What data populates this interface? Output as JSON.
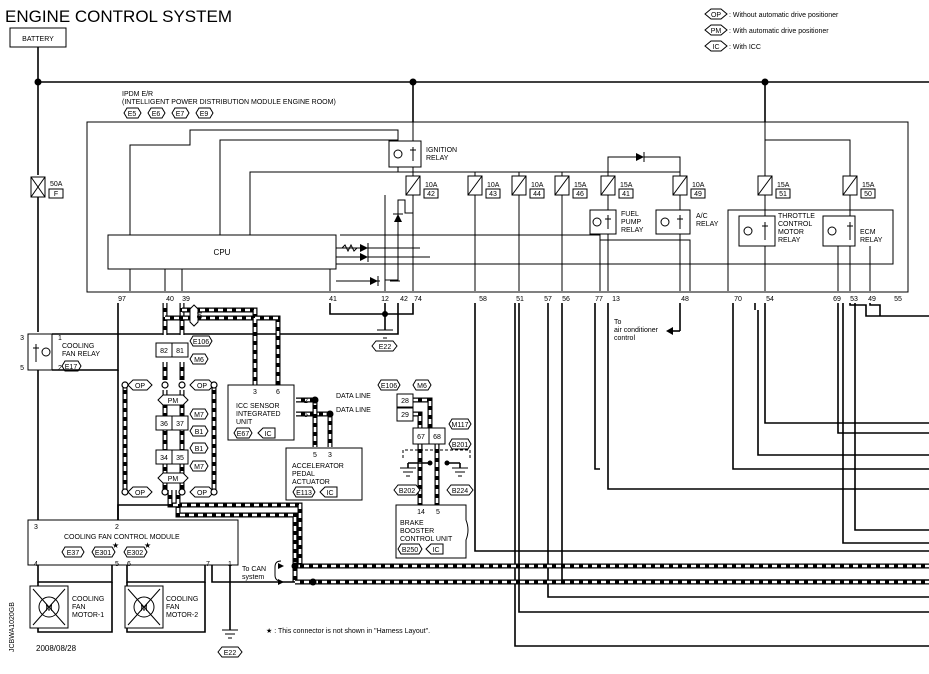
{
  "title": "ENGINE CONTROL SYSTEM",
  "battery": "BATTERY",
  "legend": [
    {
      "code": "OP",
      "text": ": Without automatic drive positioner"
    },
    {
      "code": "PM",
      "text": ": With automatic drive positioner"
    },
    {
      "code": "IC",
      "text": ": With ICC"
    }
  ],
  "ipdm": {
    "line1": "IPDM E/R",
    "line2": "(INTELLIGENT POWER DISTRIBUTION MODULE ENGINE ROOM)",
    "connectors": [
      "E5",
      "E6",
      "E7",
      "E9"
    ]
  },
  "cpu": "CPU",
  "fuse_50a": {
    "amp": "50A",
    "id": "F"
  },
  "fuses": [
    {
      "amp": "10A",
      "num": "42"
    },
    {
      "amp": "10A",
      "num": "43"
    },
    {
      "amp": "10A",
      "num": "44"
    },
    {
      "amp": "15A",
      "num": "46"
    },
    {
      "amp": "15A",
      "num": "41"
    },
    {
      "amp": "10A",
      "num": "49"
    },
    {
      "amp": "15A",
      "num": "51"
    },
    {
      "amp": "15A",
      "num": "50"
    }
  ],
  "relays": {
    "ignition": [
      "IGNITION",
      "RELAY"
    ],
    "fuel_pump": [
      "FUEL",
      "PUMP",
      "RELAY"
    ],
    "ac": [
      "A/C",
      "RELAY"
    ],
    "throttle": [
      "THROTTLE",
      "CONTROL",
      "MOTOR",
      "RELAY"
    ],
    "ecm": [
      "ECM",
      "RELAY"
    ]
  },
  "ipdm_pins": [
    "97",
    "40",
    "39",
    "41",
    "12",
    "42",
    "74",
    "58",
    "51",
    "57",
    "56",
    "77",
    "13",
    "48",
    "70",
    "54",
    "69",
    "53",
    "49",
    "55"
  ],
  "ac_control_note": [
    "To",
    "air conditioner",
    "control"
  ],
  "cooling_fan_relay": {
    "name": [
      "COOLING",
      "FAN RELAY"
    ],
    "connector": "E17",
    "pins": [
      "3",
      "1",
      "5",
      "2"
    ]
  },
  "ground_labels": [
    "E22",
    "B202",
    "B224",
    "E22"
  ],
  "connector_e106": {
    "id": "E106",
    "m": "M6",
    "pins": [
      "82",
      "81"
    ]
  },
  "option_tags": [
    "OP",
    "OP",
    "PM",
    "PM",
    "OP",
    "OP",
    "IC"
  ],
  "m7_b1_blocks": [
    {
      "pins": [
        "36",
        "37"
      ],
      "id": "M7"
    },
    {
      "pins": [
        "",
        ""
      ],
      "id": "B1"
    },
    {
      "pins": [
        "34",
        "35"
      ],
      "id": "B1"
    },
    {
      "pins": [
        "",
        ""
      ],
      "id": "M7"
    }
  ],
  "icc_sensor": {
    "name": [
      "ICC SENSOR",
      "INTEGRATED",
      "UNIT"
    ],
    "connector": "E67",
    "tag": "IC",
    "pins": [
      "3",
      "6"
    ]
  },
  "data_line": {
    "label": "DATA LINE",
    "label2": "DATA LINE",
    "connectors": [
      "E106",
      "M6"
    ],
    "pins": [
      "28",
      "29"
    ],
    "left_pins": [
      "2",
      "5"
    ]
  },
  "accelerator": {
    "name": [
      "ACCELERATOR",
      "PEDAL",
      "ACTUATOR"
    ],
    "connector": "E113",
    "tag": "IC",
    "pins": [
      "5",
      "3"
    ]
  },
  "m117": {
    "id": "M117",
    "b": "B201",
    "pins": [
      "67",
      "68"
    ]
  },
  "brake_booster": {
    "name": [
      "BRAKE",
      "BOOSTER",
      "CONTROL UNIT"
    ],
    "connector": "B250",
    "tag": "IC",
    "pins": [
      "14",
      "5"
    ]
  },
  "cooling_fan_module": {
    "name": "COOLING FAN CONTROL MODULE",
    "connectors": [
      "E37",
      "E301",
      "E302"
    ],
    "pins": [
      "3",
      "2",
      "4",
      "5",
      "6",
      "7",
      "1"
    ]
  },
  "motors": [
    {
      "symbol": "M",
      "name": [
        "COOLING",
        "FAN",
        "MOTOR-1"
      ]
    },
    {
      "symbol": "M",
      "name": [
        "COOLING",
        "FAN",
        "MOTOR-2"
      ]
    }
  ],
  "can_note": [
    "To CAN",
    "system"
  ],
  "footnote": "★ : This connector is not shown in \"Harness Layout\".",
  "date": "2008/08/28",
  "side_code": "JCBWA1020GB"
}
